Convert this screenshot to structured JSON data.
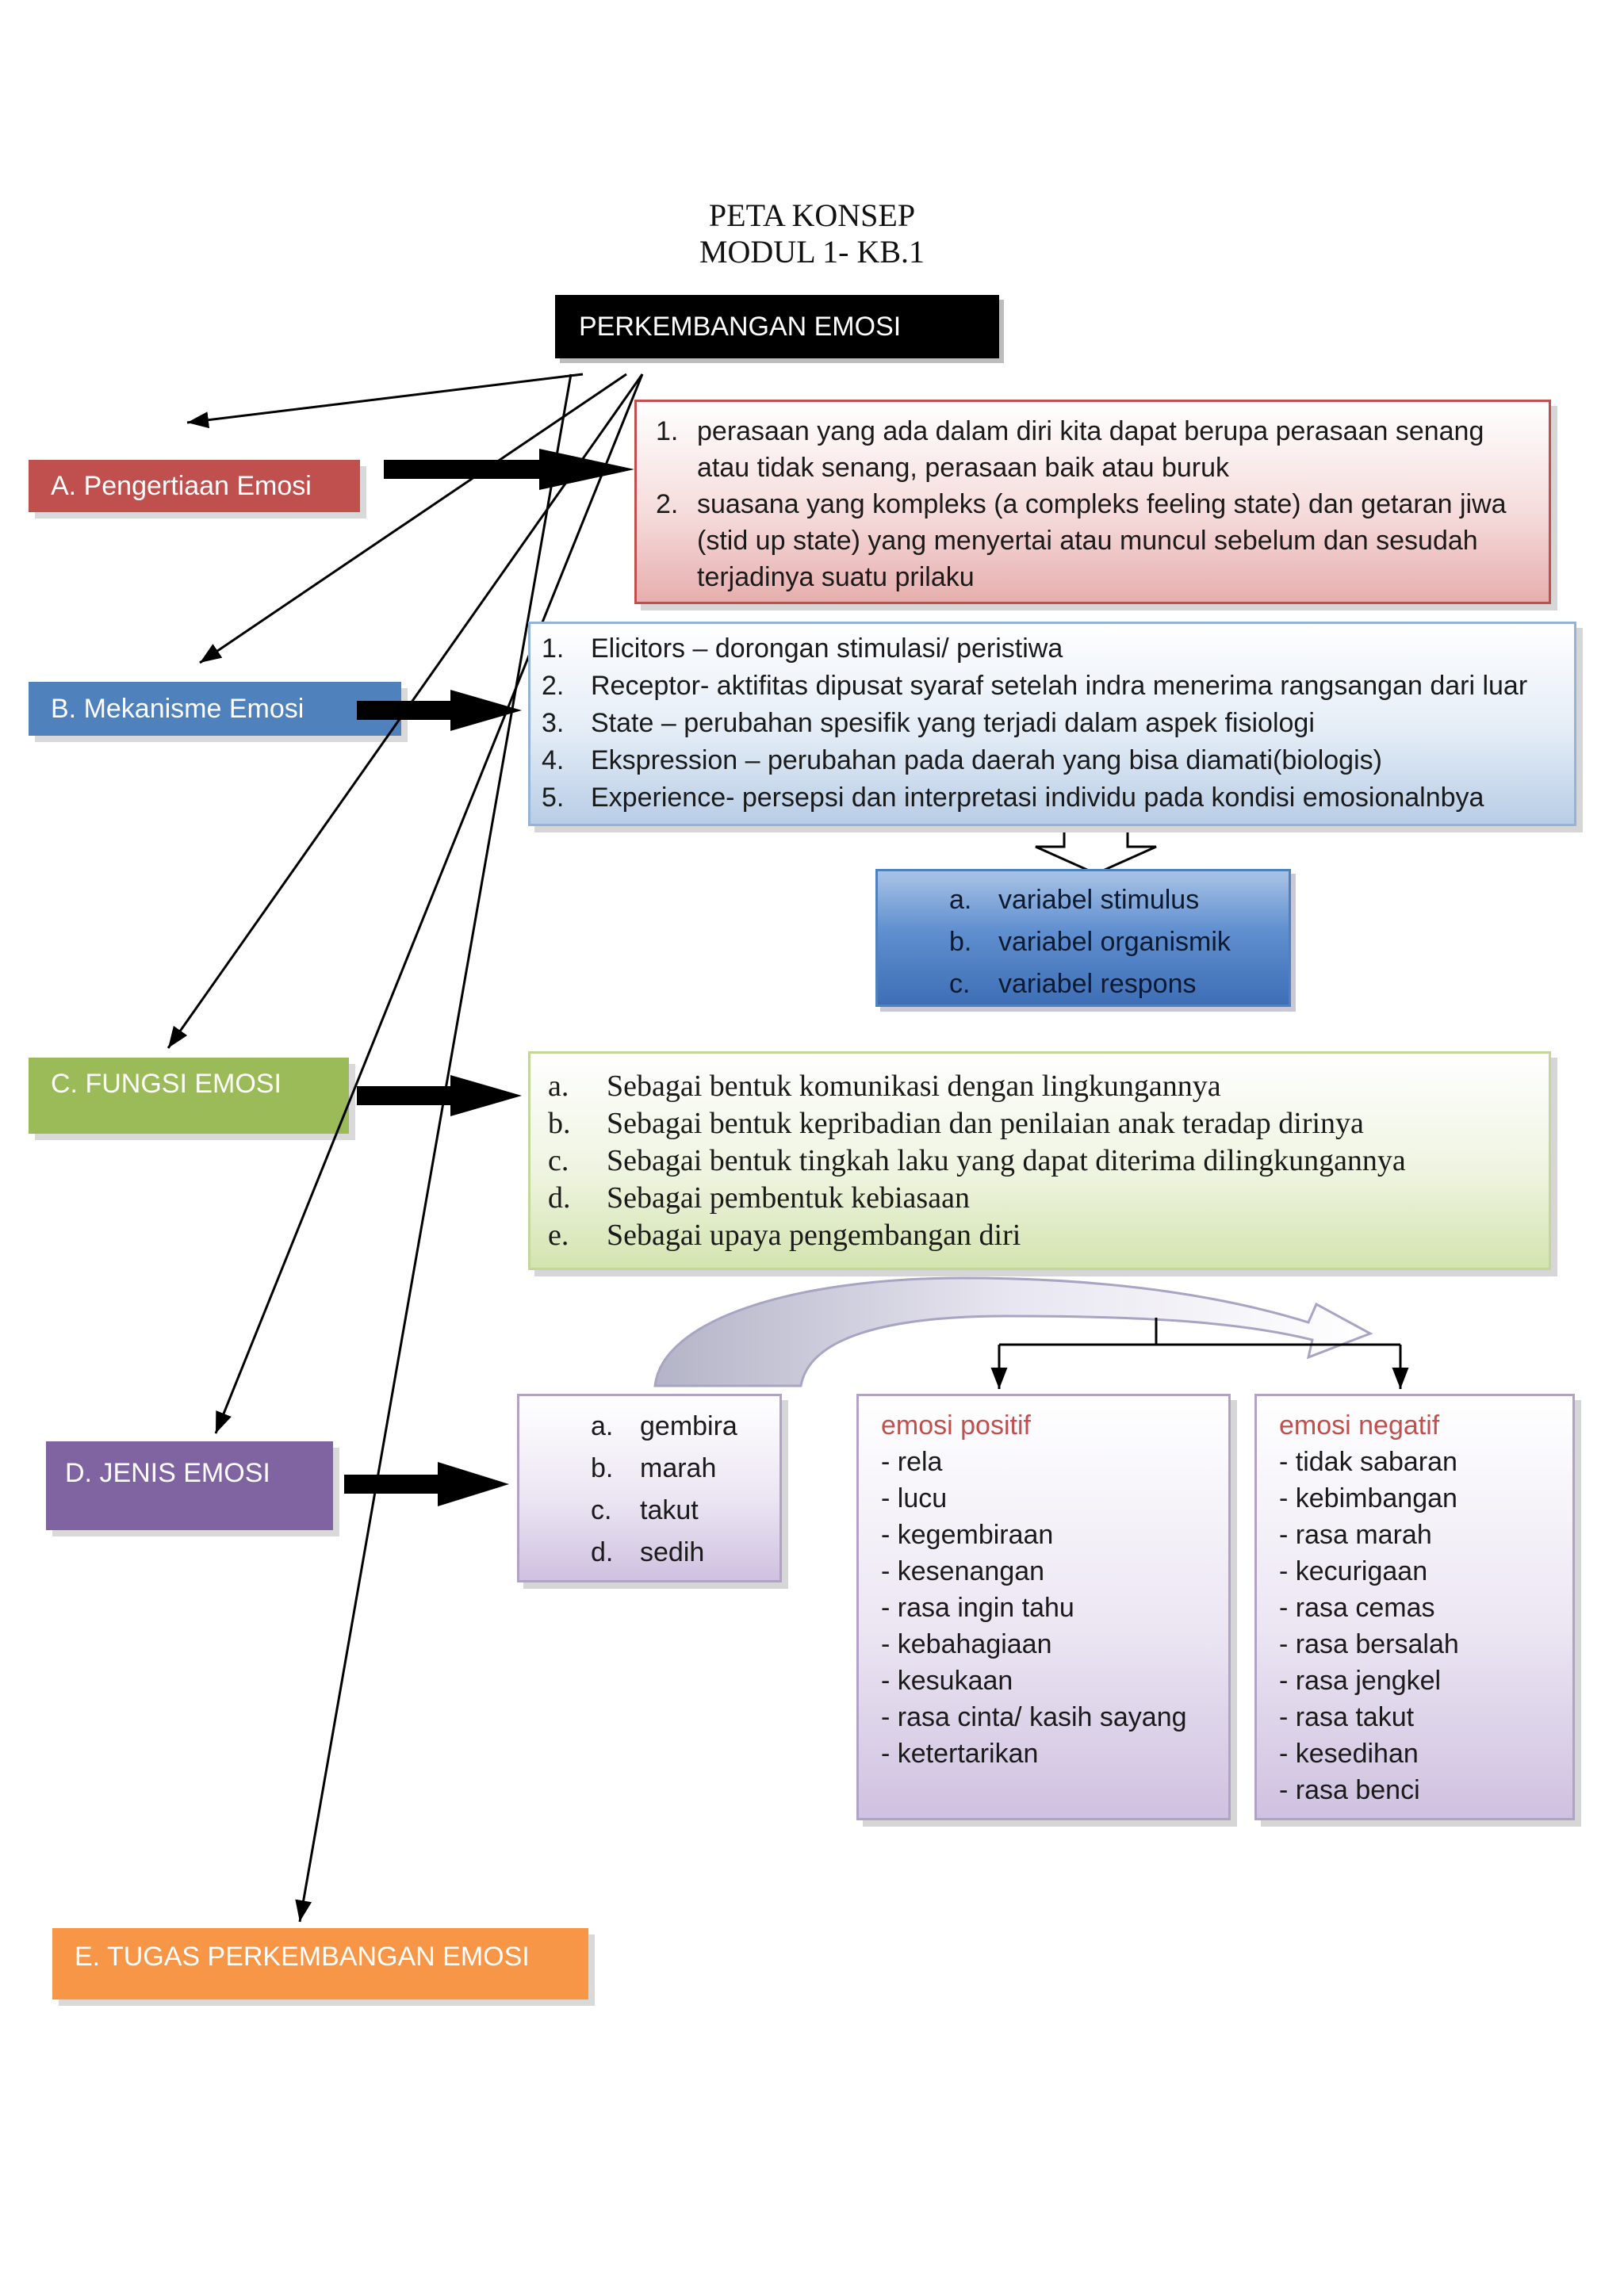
{
  "title": {
    "line1": "PETA KONSEP",
    "line2": "MODUL 1- KB.1"
  },
  "root": "PERKEMBANGAN EMOSI",
  "labels": {
    "a": "A.   Pengertiaan Emosi",
    "b": "B. Mekanisme Emosi",
    "c": "C. FUNGSI EMOSI",
    "d": "D. JENIS EMOSI",
    "e": "E. TUGAS PERKEMBANGAN EMOSI"
  },
  "pengertian": [
    {
      "num": "1.",
      "text": "perasaan yang ada dalam diri kita dapat berupa perasaan senang atau tidak senang, perasaan baik atau buruk"
    },
    {
      "num": "2.",
      "text": "suasana yang kompleks (a compleks feeling state) dan getaran jiwa (stid up state) yang menyertai atau muncul sebelum dan sesudah terjadinya suatu prilaku"
    }
  ],
  "mekanisme": [
    {
      "num": "1.",
      "text": "Elicitors – dorongan stimulasi/ peristiwa"
    },
    {
      "num": "2.",
      "text": "Receptor- aktifitas dipusat syaraf setelah indra menerima rangsangan dari luar"
    },
    {
      "num": "3.",
      "text": "State – perubahan spesifik yang terjadi dalam aspek fisiologi"
    },
    {
      "num": "4.",
      "text": "Ekspression – perubahan pada daerah yang bisa diamati(biologis)"
    },
    {
      "num": "5.",
      "text": "Experience- persepsi dan interpretasi individu pada kondisi emosionalnbya"
    }
  ],
  "variabel": [
    {
      "num": "a.",
      "text": "variabel stimulus"
    },
    {
      "num": "b.",
      "text": "variabel organismik"
    },
    {
      "num": "c.",
      "text": "variabel respons"
    }
  ],
  "fungsi": [
    {
      "num": "a.",
      "text": "Sebagai bentuk komunikasi dengan lingkungannya"
    },
    {
      "num": "b.",
      "text": "Sebagai bentuk kepribadian dan penilaian anak teradap dirinya"
    },
    {
      "num": "c.",
      "text": "Sebagai bentuk tingkah laku yang dapat diterima dilingkungannya"
    },
    {
      "num": "d.",
      "text": "Sebagai pembentuk kebiasaan"
    },
    {
      "num": "e.",
      "text": "Sebagai upaya pengembangan diri"
    }
  ],
  "jenis": [
    {
      "num": "a.",
      "text": "gembira"
    },
    {
      "num": "b.",
      "text": "marah"
    },
    {
      "num": "c.",
      "text": "takut"
    },
    {
      "num": "d.",
      "text": "sedih"
    }
  ],
  "positif": {
    "title": "emosi positif",
    "items": [
      "- rela",
      "- lucu",
      "- kegembiraan",
      "- kesenangan",
      "- rasa ingin tahu",
      "- kebahagiaan",
      "- kesukaan",
      "- rasa cinta/ kasih sayang",
      "- ketertarikan"
    ]
  },
  "negatif": {
    "title": "emosi negatif",
    "items": [
      "- tidak sabaran",
      "- kebimbangan",
      "- rasa marah",
      "- kecurigaan",
      "- rasa cemas",
      "- rasa bersalah",
      "- rasa jengkel",
      "- rasa takut",
      "- kesedihan",
      "- rasa benci"
    ]
  },
  "colors": {
    "red": "#c0504d",
    "blue": "#4f81bd",
    "green": "#9bbb59",
    "purple": "#8064a2",
    "orange": "#f79646"
  }
}
